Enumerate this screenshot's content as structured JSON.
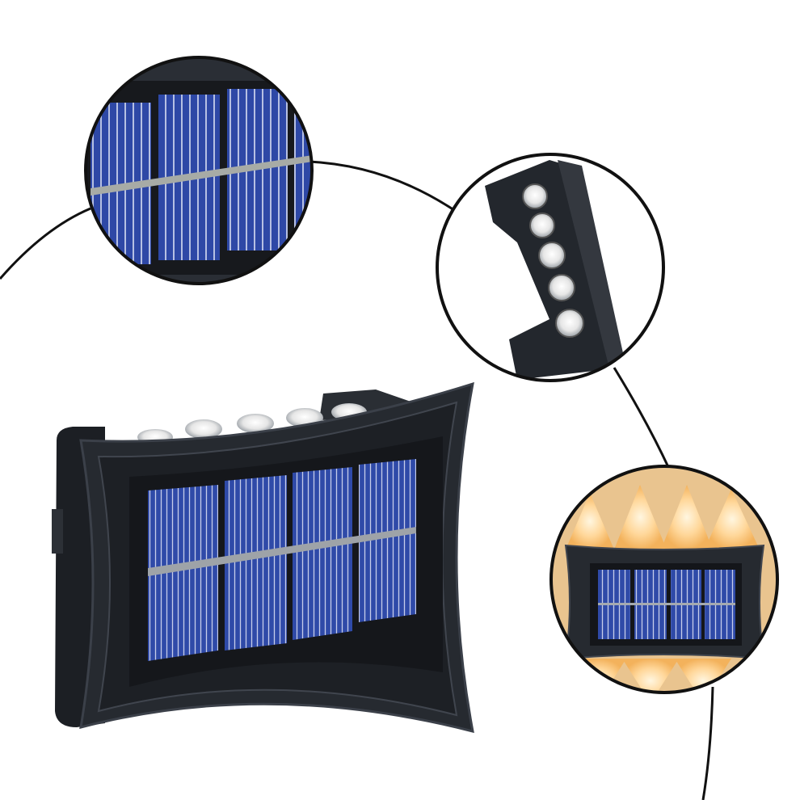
{
  "image": {
    "subject": "solar-wall-light",
    "background_color": "#ffffff",
    "colors": {
      "housing": "#23272d",
      "housing_edge": "#3a3f47",
      "panel_cell": "#2f4aa8",
      "panel_cell_dark": "#1f3588",
      "cell_lines": "#b9c3e6",
      "bus_bar": "#9da3a8",
      "led_glow": "#ffd9a0",
      "connector_line": "#111111",
      "lens_border": "#111111"
    },
    "panel_cells": 4,
    "led_count": 5,
    "detail_views": [
      {
        "name": "solar-panel-closeup"
      },
      {
        "name": "led-strip-closeup"
      },
      {
        "name": "lit-lamp-closeup"
      }
    ]
  }
}
